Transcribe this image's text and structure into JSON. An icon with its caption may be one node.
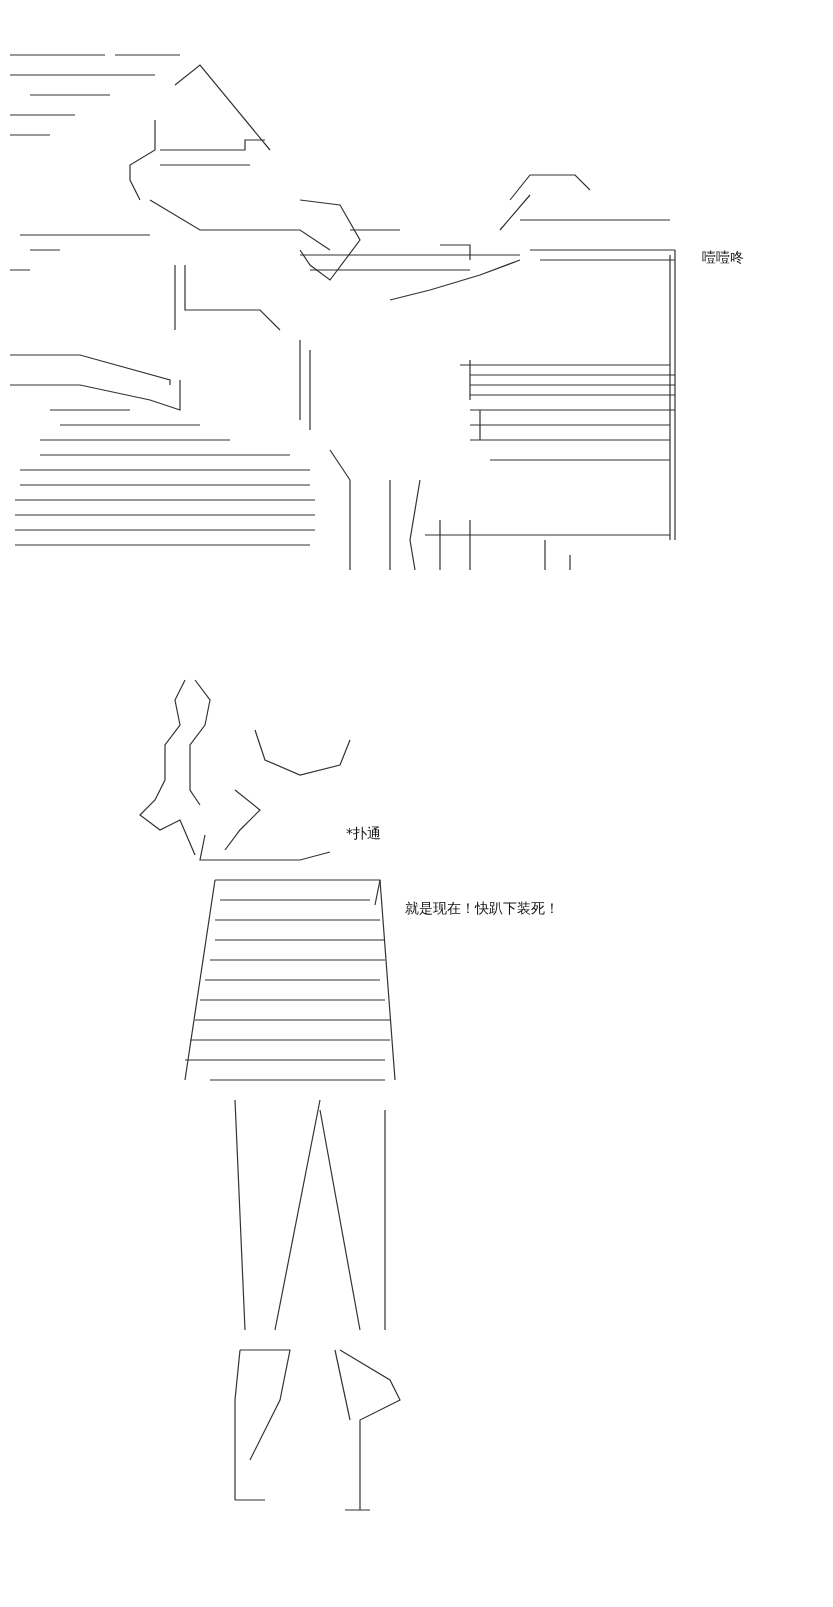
{
  "diagram": {
    "labels": [
      "噎噎咚",
      "*扑通",
      "就是现在！快趴下装死！"
    ]
  }
}
